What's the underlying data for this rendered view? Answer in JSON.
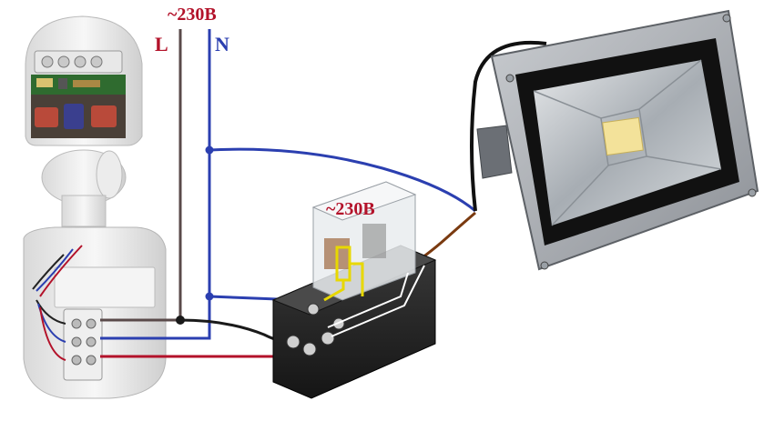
{
  "labels": {
    "supply_voltage": "~230В",
    "line": "L",
    "neutral": "N",
    "relay_coil_voltage": "~230В"
  },
  "colors": {
    "line_wire": "#5a4a4a",
    "neutral_wire": "#2b3fb0",
    "load_wire_red": "#b3122a",
    "black_wire": "#1a1a1a",
    "brown_wire": "#7a3a10",
    "label_red": "#b3122a",
    "label_blue": "#2b3fb0",
    "coil_highlight": "#e8d800"
  },
  "components": [
    {
      "name": "motion-sensor",
      "icon": "pir-sensor-icon"
    },
    {
      "name": "relay",
      "icon": "relay-icon"
    },
    {
      "name": "floodlight",
      "icon": "led-floodlight-icon"
    }
  ]
}
